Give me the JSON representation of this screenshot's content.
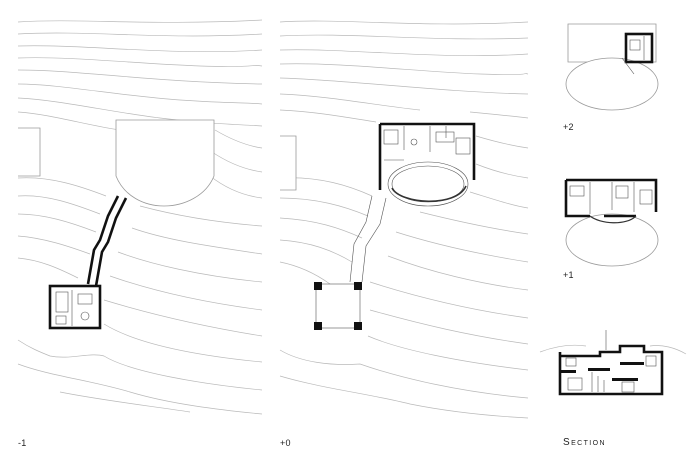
{
  "labels": {
    "plan_minus1": "-1",
    "plan_0": "+0",
    "level_plus2": "+2",
    "level_plus1": "+1",
    "section": "Section"
  },
  "colors": {
    "background": "#ffffff",
    "wall": "#111111",
    "contour": "#b9b9b9",
    "ghost_outline": "#9a9a9a"
  }
}
